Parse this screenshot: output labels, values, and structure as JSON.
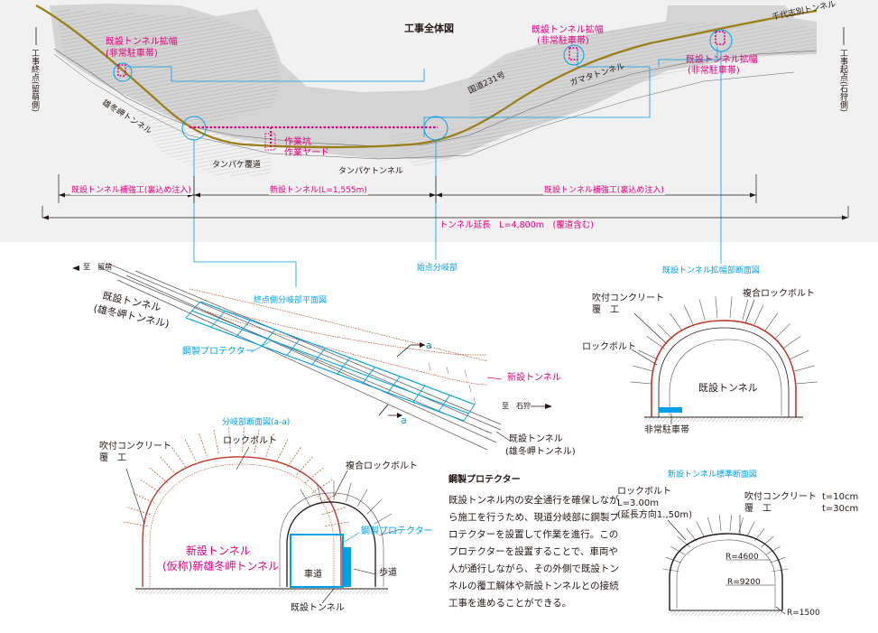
{
  "overview": {
    "title": "工事全体図",
    "end_point_label": "工事終点(留萌側)",
    "start_point_label": "工事起点(石狩側)",
    "labels": {
      "expand_left": "既設トンネル拡幅",
      "expand_left_sub": "(非常駐車帯)",
      "expand_mid": "既設トンネル拡幅",
      "expand_mid_sub": "(非常駐車帯)",
      "expand_right": "既設トンネル拡幅",
      "expand_right_sub": "(非常駐車帯)",
      "chiyoshibetsu": "千代志別トンネル",
      "gamata": "ガマタトンネル",
      "route231": "国道231号",
      "yuttomisaki": "雄冬岬トンネル",
      "work_shaft": "作業坑",
      "work_yard": "作業ヤード",
      "tanpake_shed": "タンパケ覆道",
      "tanpake_tunnel": "タンパケトンネル"
    },
    "dim_left": "既設トンネル補強工(裏込め注入)",
    "dim_mid": "新設トンネル(L=1,555m)",
    "dim_right": "既設トンネル補強工(裏込め注入)",
    "total_length": "トンネル延長　L=4,800m　(覆道含む)"
  },
  "callouts": {
    "start_branch": "始点分岐部",
    "end_branch_plan": "終点側分岐部平面図",
    "expand_section": "既設トンネル拡幅部断面図"
  },
  "plan": {
    "to_rumoi": "至　留萌",
    "existing_tunnel": "既設トンネル",
    "existing_tunnel_sub": "(雄冬岬トンネル)",
    "steel_protector": "鋼製プロテクター",
    "new_tunnel": "新設トンネル",
    "to_ishikari": "至　石狩",
    "existing_tunnel2": "既設トンネル",
    "existing_tunnel2_sub": "(雄冬岬トンネル)",
    "a_top": "a",
    "a_bottom": "a"
  },
  "section_aa": {
    "title": "分岐部断面図(a-a)",
    "shotcrete": "吹付コンクリート",
    "shotcrete_sub": "覆　工",
    "rockbolt": "ロックボルト",
    "composite_bolt": "複合ロックボルト",
    "steel_protector": "鋼製プロテクター",
    "new_tunnel": "新設トンネル",
    "new_tunnel_sub": "(仮称)新雄冬岬トンネル",
    "roadway": "車道",
    "sidewalk": "歩道",
    "existing_tunnel": "既設トンネル"
  },
  "protector_text": {
    "heading": "鋼製プロテクター",
    "body": "既設トンネル内の安全通行を確保しながら施工を行うため、現道分岐部に鋼製プロテクターを設置して作業を進行。このプロテクターを設置することで、車両や人が通行しながら、その外側で既設トンネルの覆工解体や新設トンネルとの接続工事を進めることができる。"
  },
  "section_expand": {
    "shotcrete": "吹付コンクリート",
    "shotcrete_sub": "覆　工",
    "composite_bolt": "複合ロックボルト",
    "rockbolt": "ロックボルト",
    "existing_tunnel": "既設トンネル",
    "parking": "非常駐車帯"
  },
  "section_standard": {
    "title": "新設トンネル標準断面図",
    "rockbolt": "ロックボルト",
    "rockbolt_len": "L=3.00m",
    "rockbolt_pitch": "(延長方向1.,50m)",
    "shotcrete": "吹付コンクリート",
    "shotcrete_sub": "覆　工",
    "t1": "t=10cm",
    "t2": "t=30cm",
    "r1": "R=4600",
    "r2": "R=9200",
    "r3": "R=1500"
  },
  "colors": {
    "magenta": "#e4007f",
    "cyan": "#00a0e9",
    "road": "#9a7d14",
    "terrain": "#b9b9b9",
    "band": "#f1f1f1"
  }
}
